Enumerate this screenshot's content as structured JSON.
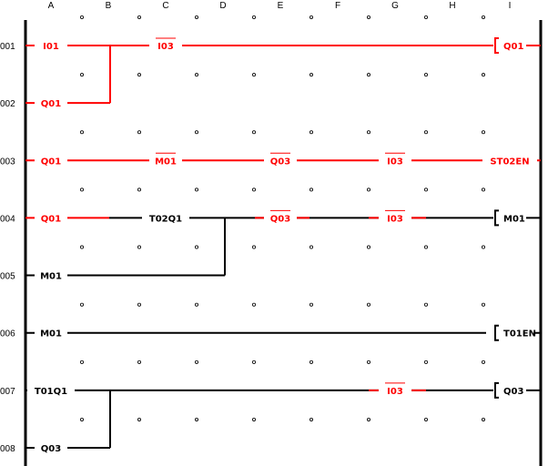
{
  "columns": [
    "A",
    "B",
    "C",
    "D",
    "E",
    "F",
    "G",
    "H",
    "I"
  ],
  "colors": {
    "energized": "#ff0000",
    "de_energized": "#000000"
  },
  "rungs": [
    {
      "number": "001",
      "elements": [
        {
          "label": "I01",
          "col": 0,
          "kind": "contact",
          "color": "#ff0000"
        },
        {
          "label": "I03",
          "col": 2,
          "kind": "nc_contact",
          "color": "#ff0000"
        },
        {
          "label": "Q01",
          "col": 8,
          "kind": "coil",
          "color": "#ff0000"
        }
      ]
    },
    {
      "number": "002",
      "elements": [
        {
          "label": "Q01",
          "col": 0,
          "kind": "contact",
          "color": "#ff0000"
        }
      ]
    },
    {
      "number": "003",
      "elements": [
        {
          "label": "Q01",
          "col": 0,
          "kind": "contact",
          "color": "#ff0000"
        },
        {
          "label": "M01",
          "col": 2,
          "kind": "nc_contact",
          "color": "#ff0000"
        },
        {
          "label": "Q03",
          "col": 4,
          "kind": "nc_contact",
          "color": "#ff0000"
        },
        {
          "label": "I03",
          "col": 6,
          "kind": "nc_contact",
          "color": "#ff0000"
        },
        {
          "label": "ST02EN",
          "col": 8,
          "kind": "output",
          "color": "#ff0000"
        }
      ]
    },
    {
      "number": "004",
      "elements": [
        {
          "label": "Q01",
          "col": 0,
          "kind": "contact",
          "color": "#ff0000"
        },
        {
          "label": "T02Q1",
          "col": 2,
          "kind": "contact",
          "color": "#000000"
        },
        {
          "label": "Q03",
          "col": 4,
          "kind": "nc_contact",
          "color": "#ff0000"
        },
        {
          "label": "I03",
          "col": 6,
          "kind": "nc_contact",
          "color": "#ff0000"
        },
        {
          "label": "M01",
          "col": 8,
          "kind": "coil",
          "color": "#000000"
        }
      ]
    },
    {
      "number": "005",
      "elements": [
        {
          "label": "M01",
          "col": 0,
          "kind": "contact",
          "color": "#000000"
        }
      ]
    },
    {
      "number": "006",
      "elements": [
        {
          "label": "M01",
          "col": 0,
          "kind": "contact",
          "color": "#000000"
        },
        {
          "label": "T01EN",
          "col": 8,
          "kind": "coil",
          "color": "#000000"
        }
      ]
    },
    {
      "number": "007",
      "elements": [
        {
          "label": "T01Q1",
          "col": 0,
          "kind": "contact",
          "color": "#000000"
        },
        {
          "label": "I03",
          "col": 6,
          "kind": "nc_contact",
          "color": "#ff0000"
        },
        {
          "label": "Q03",
          "col": 8,
          "kind": "coil",
          "color": "#000000"
        }
      ]
    },
    {
      "number": "008",
      "elements": [
        {
          "label": "Q03",
          "col": 0,
          "kind": "contact",
          "color": "#000000"
        }
      ]
    }
  ]
}
